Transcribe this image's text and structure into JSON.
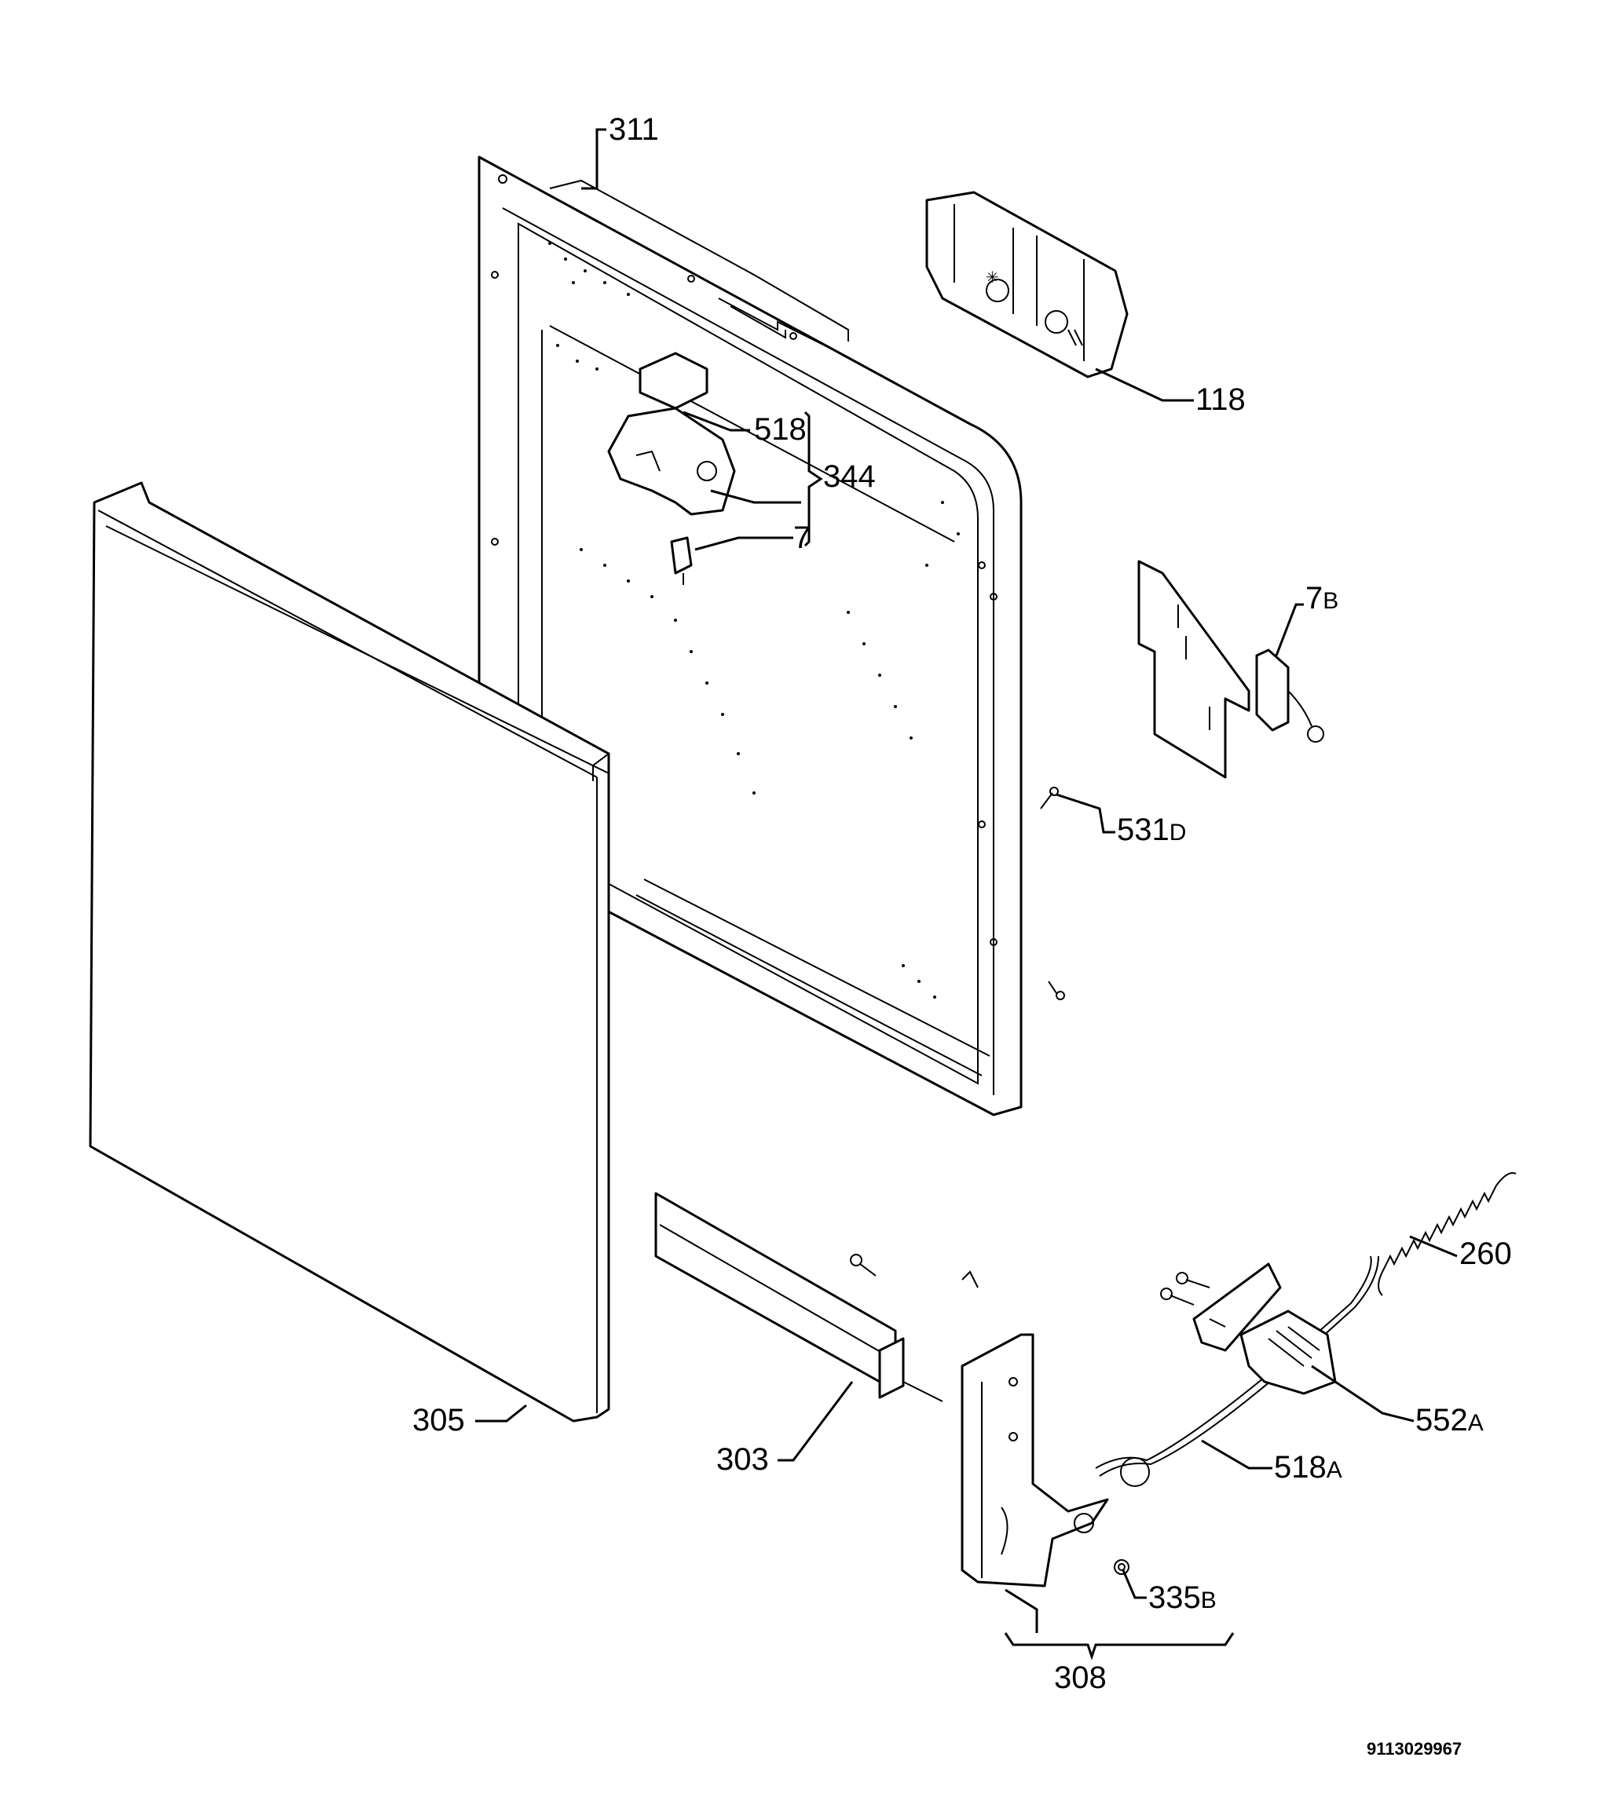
{
  "labels": {
    "l311": {
      "num": "311",
      "suffix": ""
    },
    "l118": {
      "num": "118",
      "suffix": ""
    },
    "l518": {
      "num": "518",
      "suffix": ""
    },
    "l344": {
      "num": "344",
      "suffix": ""
    },
    "l7": {
      "num": "7",
      "suffix": ""
    },
    "l7b": {
      "num": "7",
      "suffix": "B"
    },
    "l531d": {
      "num": "531",
      "suffix": "D"
    },
    "l260": {
      "num": "260",
      "suffix": ""
    },
    "l552a": {
      "num": "552",
      "suffix": "A"
    },
    "l518a": {
      "num": "518",
      "suffix": "A"
    },
    "l305": {
      "num": "305",
      "suffix": ""
    },
    "l303": {
      "num": "303",
      "suffix": ""
    },
    "l335b": {
      "num": "335",
      "suffix": "B"
    },
    "l308": {
      "num": "308",
      "suffix": ""
    }
  },
  "document_number": "9113029967"
}
